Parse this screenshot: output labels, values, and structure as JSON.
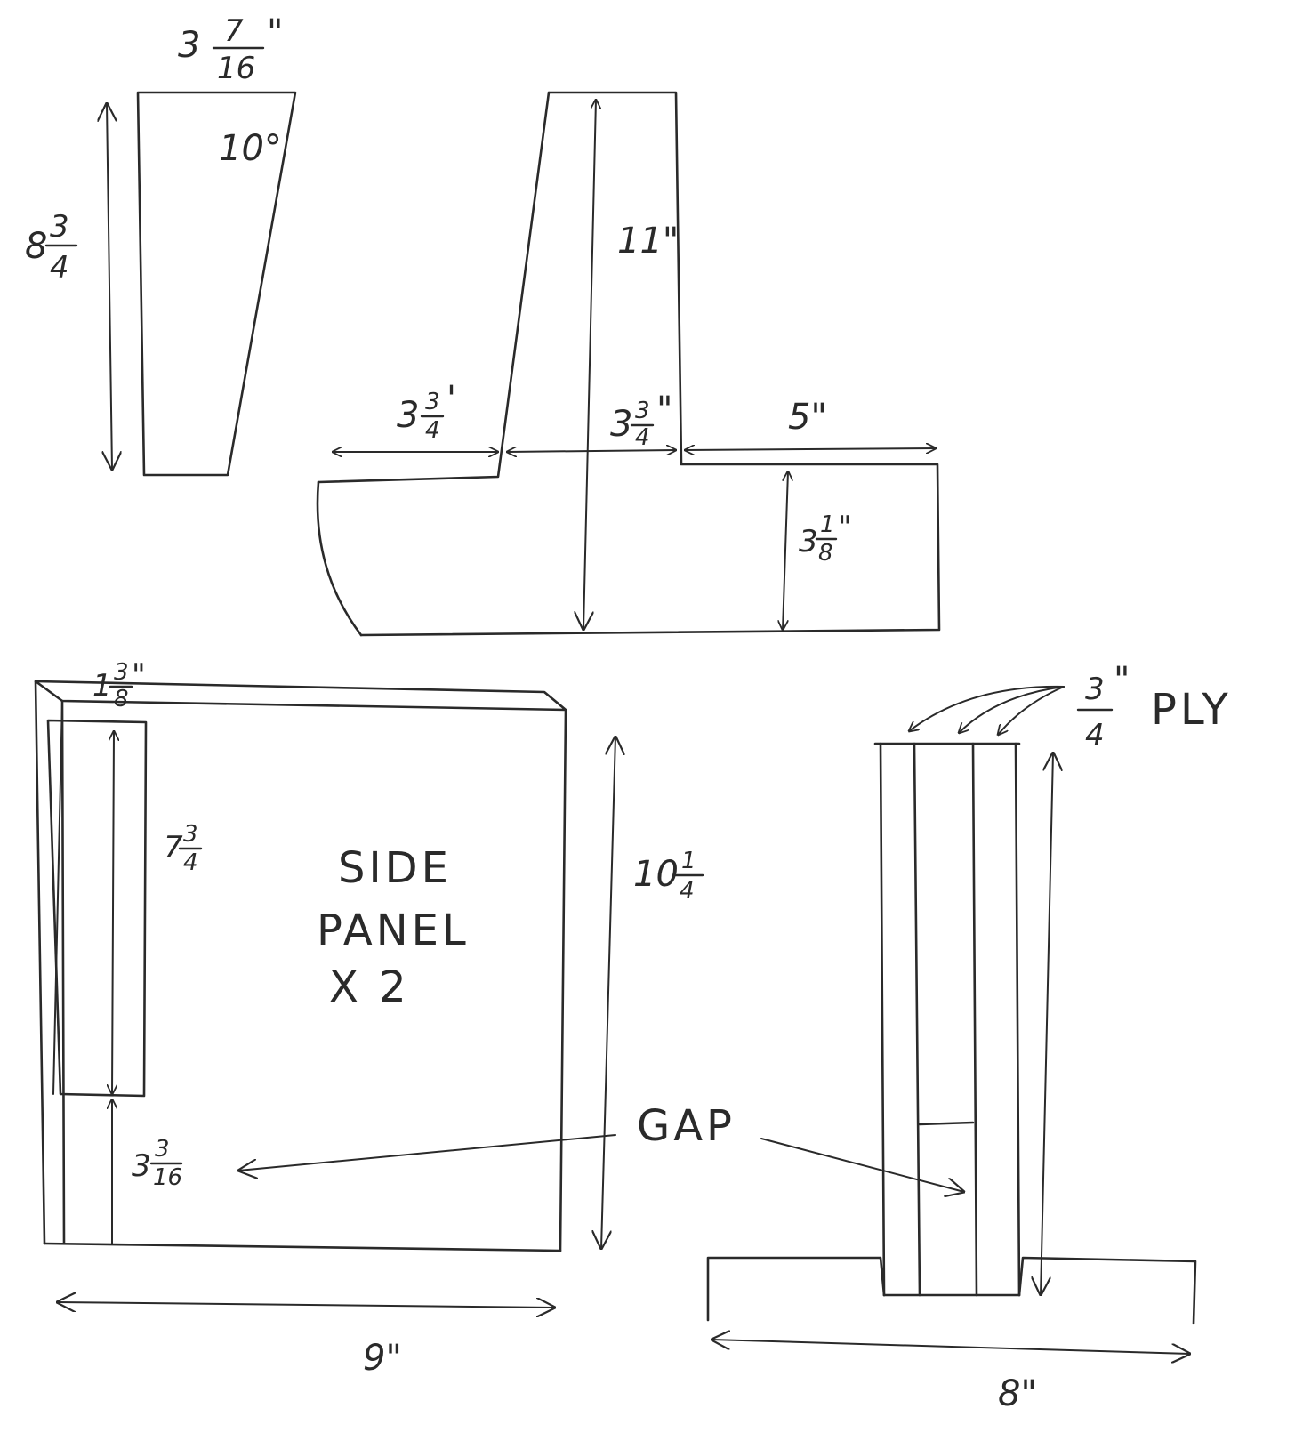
{
  "wedge": {
    "top_width": {
      "whole": "3",
      "num": "7",
      "den": "16",
      "unit": "\""
    },
    "angle": "10°",
    "height": {
      "whole": "8",
      "num": "3",
      "den": "4"
    }
  },
  "profile": {
    "upright_height": "11\"",
    "left_seat": {
      "whole": "3",
      "num": "3",
      "den": "4",
      "unit": "'"
    },
    "upright_thickness": {
      "whole": "3",
      "num": "3",
      "den": "4",
      "unit": "\""
    },
    "right_step": "5\"",
    "base_height": {
      "whole": "3",
      "num": "1",
      "den": "8",
      "unit": "\""
    }
  },
  "side_panel": {
    "label_lines": [
      "SIDE",
      "PANEL",
      "X 2"
    ],
    "top_width": {
      "whole": "1",
      "num": "3",
      "den": "8",
      "unit": "\""
    },
    "slot_length": {
      "whole": "7",
      "num": "3",
      "den": "4"
    },
    "gap_height": {
      "whole": "3",
      "num": "3",
      "den": "16"
    },
    "height": {
      "whole": "10",
      "num": "1",
      "den": "4"
    },
    "width": "9\""
  },
  "front_view": {
    "ply": {
      "num": "3",
      "den": "4",
      "unit": "\"",
      "text": "PLY"
    },
    "base_width": "8\""
  },
  "gap_label": "GAP"
}
